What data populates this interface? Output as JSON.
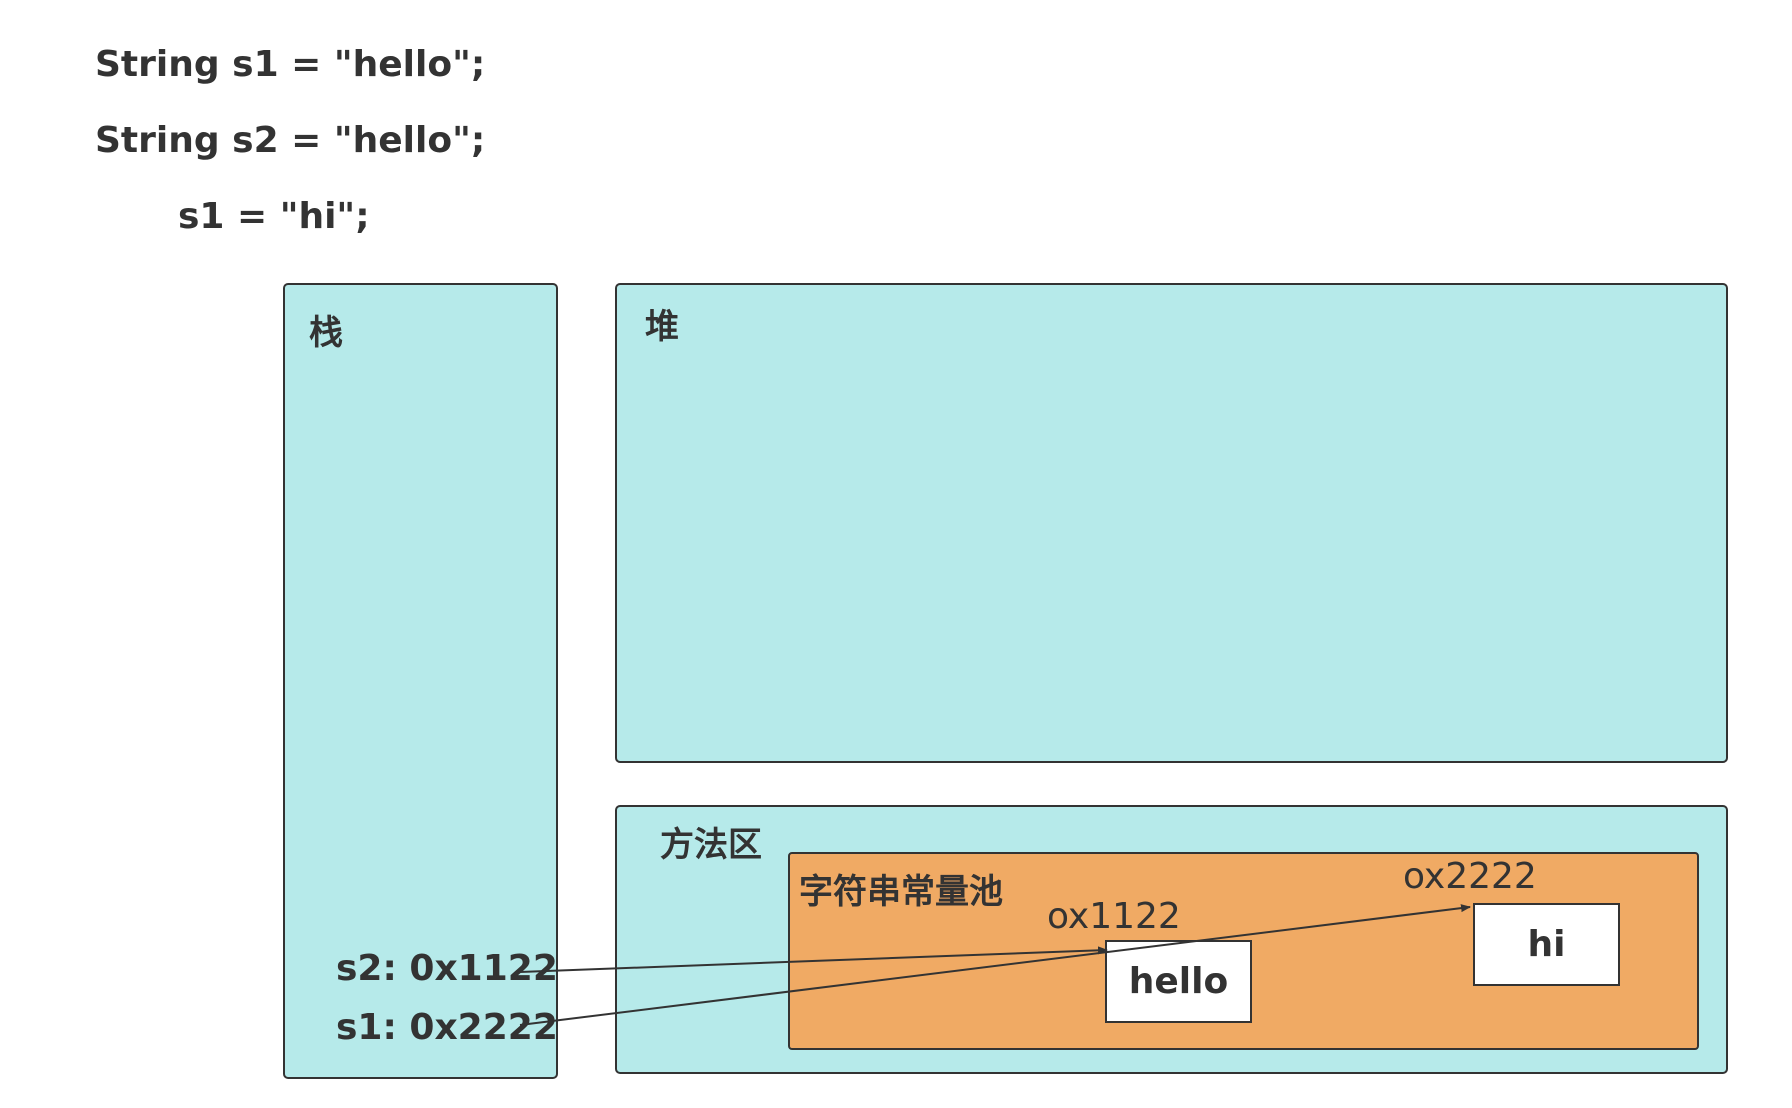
{
  "code": {
    "line1": "String s1 = \"hello\";",
    "line2": "String s2 = \"hello\";",
    "line3": "s1 = \"hi\";"
  },
  "stack": {
    "title": "栈",
    "vars": [
      {
        "label": "s2: 0x1122"
      },
      {
        "label": "s1: 0x2222"
      }
    ]
  },
  "heap": {
    "title": "堆"
  },
  "method_area": {
    "title": "方法区",
    "pool": {
      "title": "字符串常量池",
      "strings": [
        {
          "address": "ox1122",
          "value": "hello"
        },
        {
          "address": "ox2222",
          "value": "hi"
        }
      ]
    }
  },
  "colors": {
    "region_fill": "#b6eaea",
    "pool_fill": "#f0aa64",
    "border": "#333333",
    "box_fill": "#ffffff"
  }
}
